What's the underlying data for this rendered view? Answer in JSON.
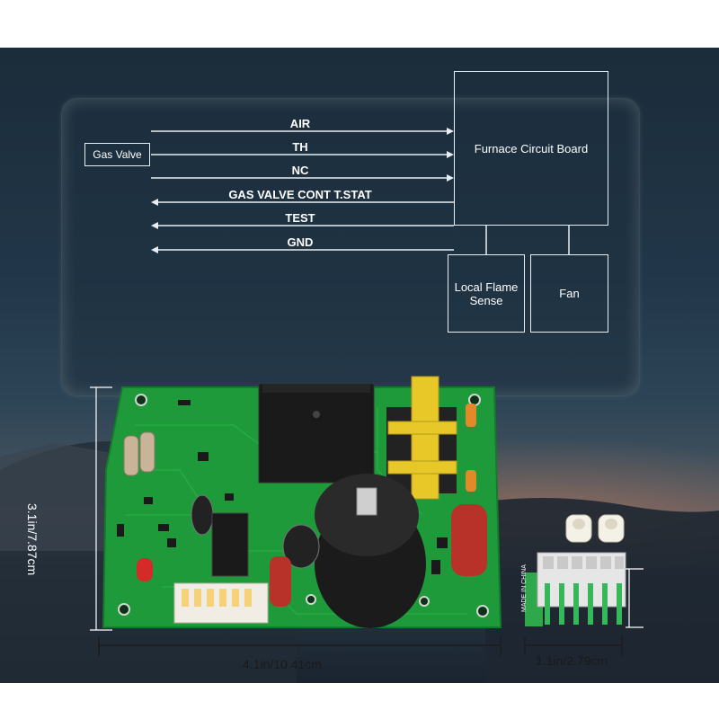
{
  "diagram": {
    "signals": [
      {
        "label": "AIR",
        "direction": "to-board"
      },
      {
        "label": "TH",
        "direction": "to-board"
      },
      {
        "label": "NC",
        "direction": "to-board"
      },
      {
        "label": "GAS VALVE CONT T.STAT",
        "direction": "from-board"
      },
      {
        "label": "TEST",
        "direction": "from-board"
      },
      {
        "label": "GND",
        "direction": "from-board"
      }
    ],
    "gas_valve": "Gas Valve",
    "board": "Furnace Circuit Board",
    "flame_sense": "Local Flame Sense",
    "fan": "Fan"
  },
  "dimensions": {
    "height": "3.1in/7.87cm",
    "width": "4.1in/10.41cm",
    "connector_width": "1.1in/2.79cm"
  },
  "connector_marking": "MADE IN CHINA",
  "colors": {
    "pcb": "#1f9a3a",
    "relay": "#1a1a1a",
    "transformer": "#e8c829",
    "capacitor": "#c0392b",
    "panel_line": "#e8eef2"
  }
}
